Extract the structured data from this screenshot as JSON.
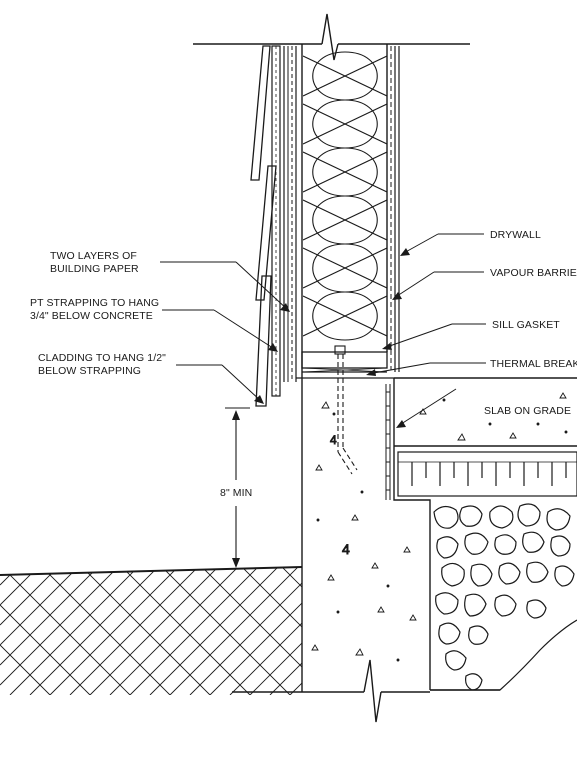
{
  "labels": {
    "two_layers_line1": "TWO LAYERS OF",
    "two_layers_line2": "BUILDING PAPER",
    "pt_strapping_line1": "PT STRAPPING TO HANG",
    "pt_strapping_line2": "3/4\" BELOW CONCRETE",
    "cladding_line1": "CLADDING TO HANG 1/2\"",
    "cladding_line2": "BELOW STRAPPING",
    "drywall": "DRYWALL",
    "vapour_barrier": "VAPOUR BARRIER",
    "sill_gasket": "SILL GASKET",
    "thermal_break": "THERMAL BREAK",
    "slab_on_grade": "SLAB ON GRADE",
    "min_dimension": "8\" MIN"
  },
  "colors": {
    "ink": "#1a1a1a",
    "background": "#ffffff"
  }
}
